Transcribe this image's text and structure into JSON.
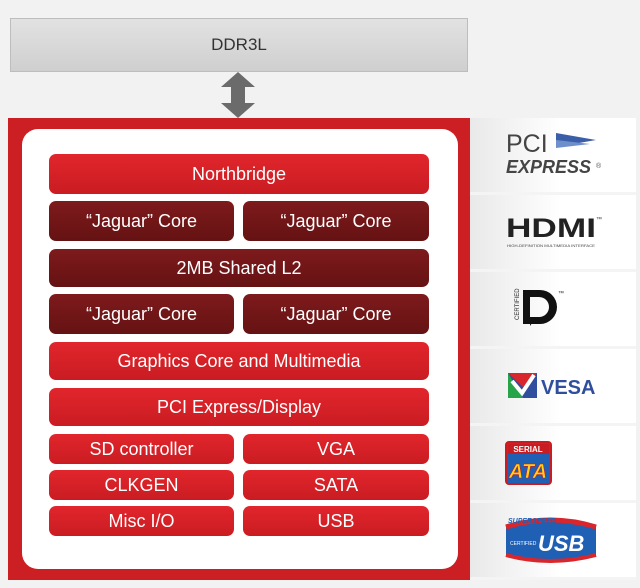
{
  "memory": {
    "label": "DDR3L"
  },
  "soc": {
    "northbridge": "Northbridge",
    "cores": [
      "“Jaguar” Core",
      "“Jaguar” Core",
      "“Jaguar” Core",
      "“Jaguar” Core"
    ],
    "l2": "2MB Shared L2",
    "graphics": "Graphics Core and Multimedia",
    "pci_display": "PCI Express/Display",
    "io_left": [
      "SD controller",
      "CLKGEN",
      "Misc I/O"
    ],
    "io_right": [
      "VGA",
      "SATA",
      "USB"
    ]
  },
  "logos": {
    "pci": {
      "line1": "PCI",
      "line2": "EXPRESS",
      "mark": "®"
    },
    "hdmi": {
      "text": "HDMI",
      "tagline": "HIGH-DEFINITION MULTIMEDIA INTERFACE",
      "mark": "™"
    },
    "displayport": {
      "certified": "CERTIFIED",
      "mark": "™"
    },
    "vesa": {
      "text": "VESA"
    },
    "sata": {
      "line1": "SERIAL",
      "line2": "ATA"
    },
    "usb": {
      "top": "SUPERSPEED",
      "main": "USB",
      "sub": "CERTIFIED"
    }
  },
  "colors": {
    "soc_red": "#cc1f24",
    "block_red": "#e1262c",
    "block_dark": "#7e1a1c",
    "memory_gray": "#d9d9d9"
  }
}
